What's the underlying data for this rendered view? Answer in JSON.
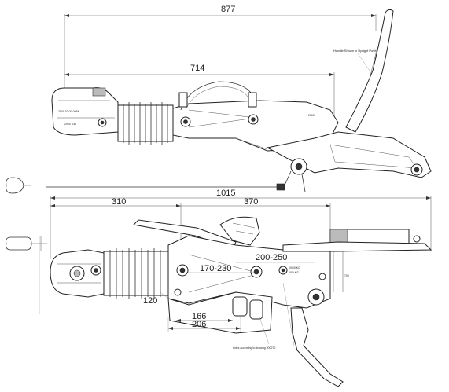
{
  "dimensions": {
    "overall_length": "877",
    "coupling_to_handbrake": "714",
    "bottom_overall": "1015",
    "bottom_left": "310",
    "bottom_right": "370",
    "mount_range_a": "200-250",
    "mount_range_b": "170-230",
    "hole_offset": "120",
    "bracket_inner": "166",
    "bracket_outer": "206"
  },
  "notes": {
    "handle_note": "Handle Shown in Upright Position",
    "holes_note": "holes according to drawing 200270"
  },
  "coupling_labels": {
    "stamp_line1": "2000 03 00-0954",
    "stamp_line2": "2000 D30"
  },
  "body_labels": {
    "top_tag": "2000",
    "plate_line1": "0000 KG",
    "plate_line2": "000 KG"
  },
  "colors": {
    "line": "#222222",
    "background": "#ffffff",
    "shade": "#bbbbbb"
  }
}
